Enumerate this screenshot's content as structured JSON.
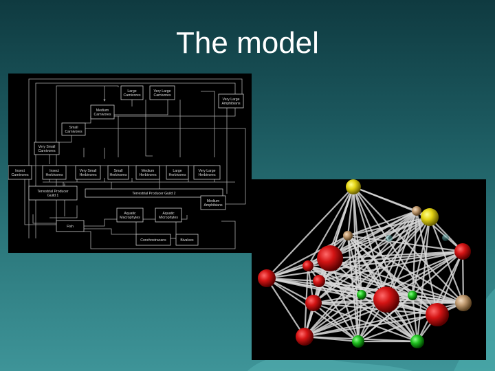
{
  "slide": {
    "title": "The model"
  },
  "food_web": {
    "nodes": [
      {
        "id": "large_carnivores",
        "lines": [
          "Large",
          "Carnivores"
        ]
      },
      {
        "id": "very_large_carnivores",
        "lines": [
          "Very Large",
          "Carnivores"
        ]
      },
      {
        "id": "very_large_amphibians",
        "lines": [
          "Very Large",
          "Amphibians"
        ]
      },
      {
        "id": "medium_carnivores",
        "lines": [
          "Medium",
          "Carnivores"
        ]
      },
      {
        "id": "small_carnivores",
        "lines": [
          "Small",
          "Carnivores"
        ]
      },
      {
        "id": "very_small_carnivores",
        "lines": [
          "Very Small",
          "Carnivores"
        ]
      },
      {
        "id": "insect_carnivores",
        "lines": [
          "Insect",
          "Carnivores"
        ]
      },
      {
        "id": "insect_herbivores",
        "lines": [
          "Insect",
          "Herbivores"
        ]
      },
      {
        "id": "very_small_herbivores",
        "lines": [
          "Very Small",
          "Herbivores"
        ]
      },
      {
        "id": "small_herbivores",
        "lines": [
          "Small",
          "Herbivores"
        ]
      },
      {
        "id": "medium_herbivores",
        "lines": [
          "Medium",
          "Herbivores"
        ]
      },
      {
        "id": "large_herbivores",
        "lines": [
          "Large",
          "Herbivores"
        ]
      },
      {
        "id": "very_large_herbivores",
        "lines": [
          "Very Large",
          "Herbivores"
        ]
      },
      {
        "id": "terrestrial_producer_guild_1",
        "lines": [
          "Terrestrial Producer",
          "Guild 1"
        ]
      },
      {
        "id": "terrestrial_producer_guild_2",
        "lines": [
          "Terrestrial Producer Guild 2"
        ]
      },
      {
        "id": "medium_amphibians",
        "lines": [
          "Medium",
          "Amphibians"
        ]
      },
      {
        "id": "aquatic_macrophytes",
        "lines": [
          "Aquatic",
          "Macrophytes"
        ]
      },
      {
        "id": "aquatic_microphytes",
        "lines": [
          "Aquatic",
          "Microphytes"
        ]
      },
      {
        "id": "fish",
        "lines": [
          "Fish"
        ]
      },
      {
        "id": "conchostracans",
        "lines": [
          "Conchostracans"
        ]
      },
      {
        "id": "bivalves",
        "lines": [
          "Bivalves"
        ]
      }
    ]
  },
  "network_3d": {
    "colors": {
      "red": "#c81010",
      "yellow": "#e0d010",
      "green": "#20c020",
      "tan": "#c09a70",
      "edge": "#d8d8d8"
    }
  }
}
